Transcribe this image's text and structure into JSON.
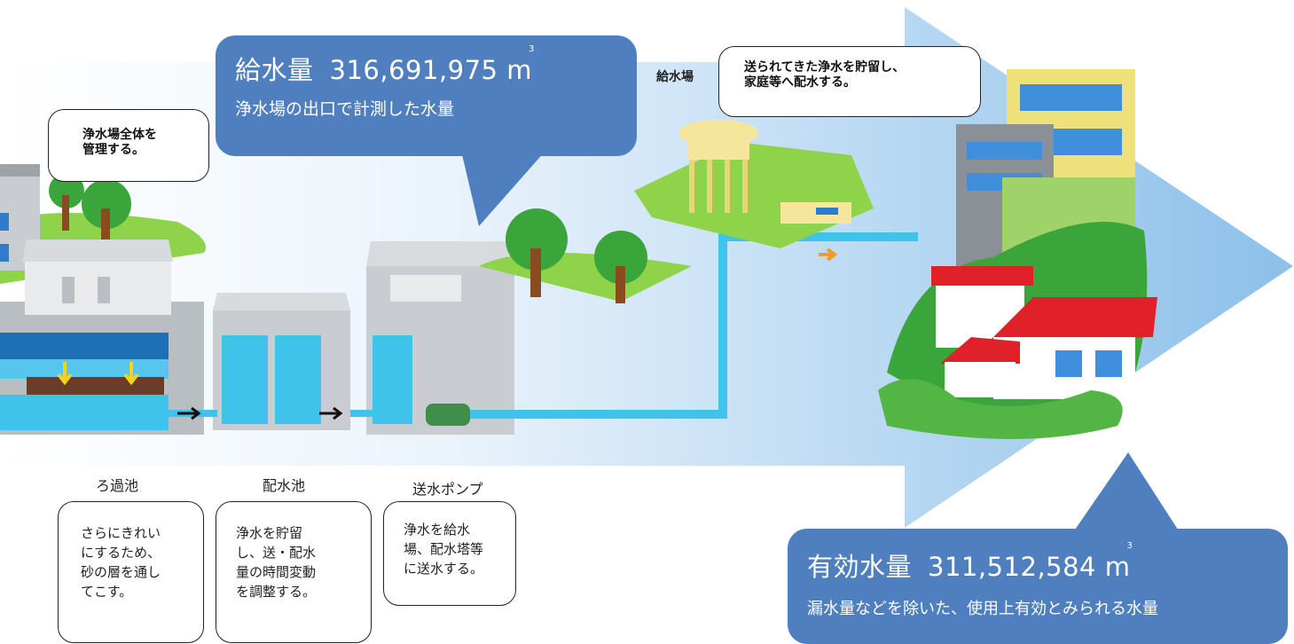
{
  "supply": {
    "label": "給水量",
    "value": "316,691,975 m",
    "unit_sup": "3",
    "description": "浄水場の出口で計測した水量"
  },
  "effective": {
    "label": "有効水量",
    "value": "311,512,584 m",
    "unit_sup": "3",
    "description": "漏水量などを除いた、使用上有効とみられる水量"
  },
  "notes": {
    "plant_management": "浄水場全体を\n管理する。",
    "tank_description": "送られてきた浄水を貯留し、\n家庭等へ配水する。"
  },
  "facilities": {
    "tank_label": "給水場",
    "filter_label": "ろ過池",
    "filter_desc": "さらにきれい\nにするため、\n砂の層を通し\nてこす。",
    "reservoir_label": "配水池",
    "reservoir_desc": "浄水を貯留\nし、送・配水\n量の時間変動\nを調整する。",
    "pump_label": "送水ポンプ",
    "pump_desc": "浄水を給水\n場、配水塔等\nに送水する。"
  },
  "colors": {
    "callout_blue": "#4f7fbf",
    "water_blue": "#3fc3ea",
    "flow_arrow": "#7fb6e6",
    "grass_green": "#8fd34a",
    "tree_green": "#3aa53a",
    "roof_red": "#e0212a",
    "orange_arrow": "#f39a2b"
  },
  "icons": {
    "flow_arrow": "big-right-arrow",
    "small_arrows": "black-right-arrow",
    "down_arrows": "yellow-down-arrow"
  }
}
